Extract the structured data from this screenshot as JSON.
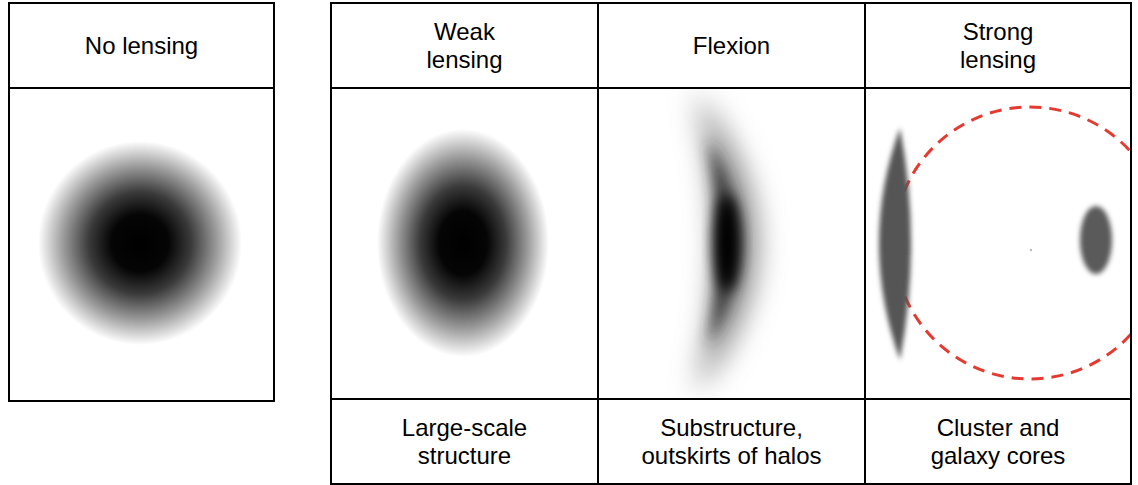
{
  "diagram": {
    "nodes": [
      {
        "text": [
          "No lensing"
        ]
      },
      {
        "text": [
          "Weak lensing",
          "Large-scale structure"
        ]
      },
      {
        "text": [
          "Flexion",
          "Substructure, outskirts of halos"
        ]
      },
      {
        "text": [
          "Strong lensing",
          "Cluster and galaxy cores"
        ]
      }
    ]
  }
}
